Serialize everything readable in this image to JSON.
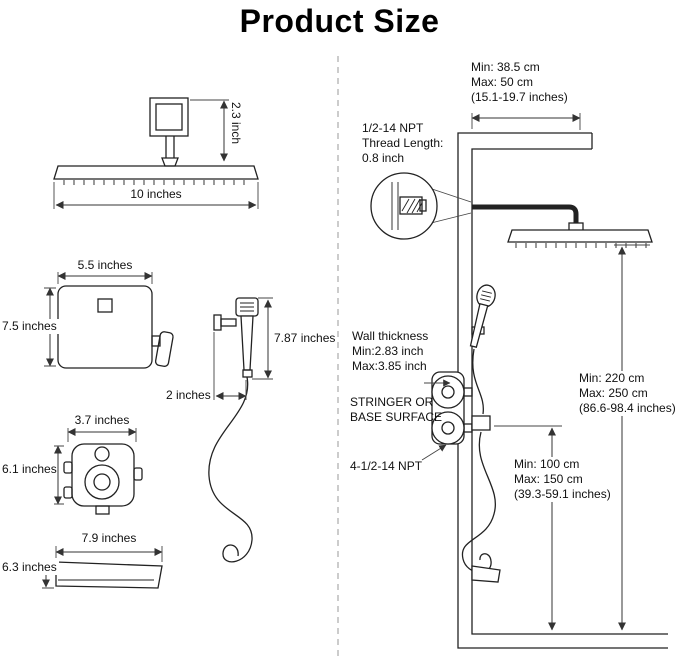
{
  "title": "Product Size",
  "components": {
    "showerhead": {
      "height_label": "2.3 inch",
      "width_label": "10 inches"
    },
    "trim_plate": {
      "width_label": "5.5 inches",
      "height_label": "7.5 inches"
    },
    "hand_shower": {
      "length_label": "7.87 inches",
      "holder_label": "2 inches"
    },
    "rough_valve": {
      "width_label": "3.7 inches",
      "height_label": "6.1 inches"
    },
    "tub_spout": {
      "width_label": "7.9 inches",
      "height_label": "6.3 inches"
    }
  },
  "installation": {
    "arm_length": "Min: 38.5 cm\nMax: 50 cm\n(15.1-19.7 inches)",
    "thread_note": "1/2-14 NPT\nThread Length:\n0.8 inch",
    "wall_thickness": "Wall thickness\nMin:2.83 inch\nMax:3.85 inch",
    "surface_note": "STRINGER OR\nBASE SURFACE",
    "valve_thread": "4-1/2-14 NPT",
    "overall_height": "Min: 220 cm\nMax: 250 cm\n(86.6-98.4 inches)",
    "handheld_height": "Min: 100 cm\nMax: 150 cm\n(39.3-59.1 inches)"
  }
}
